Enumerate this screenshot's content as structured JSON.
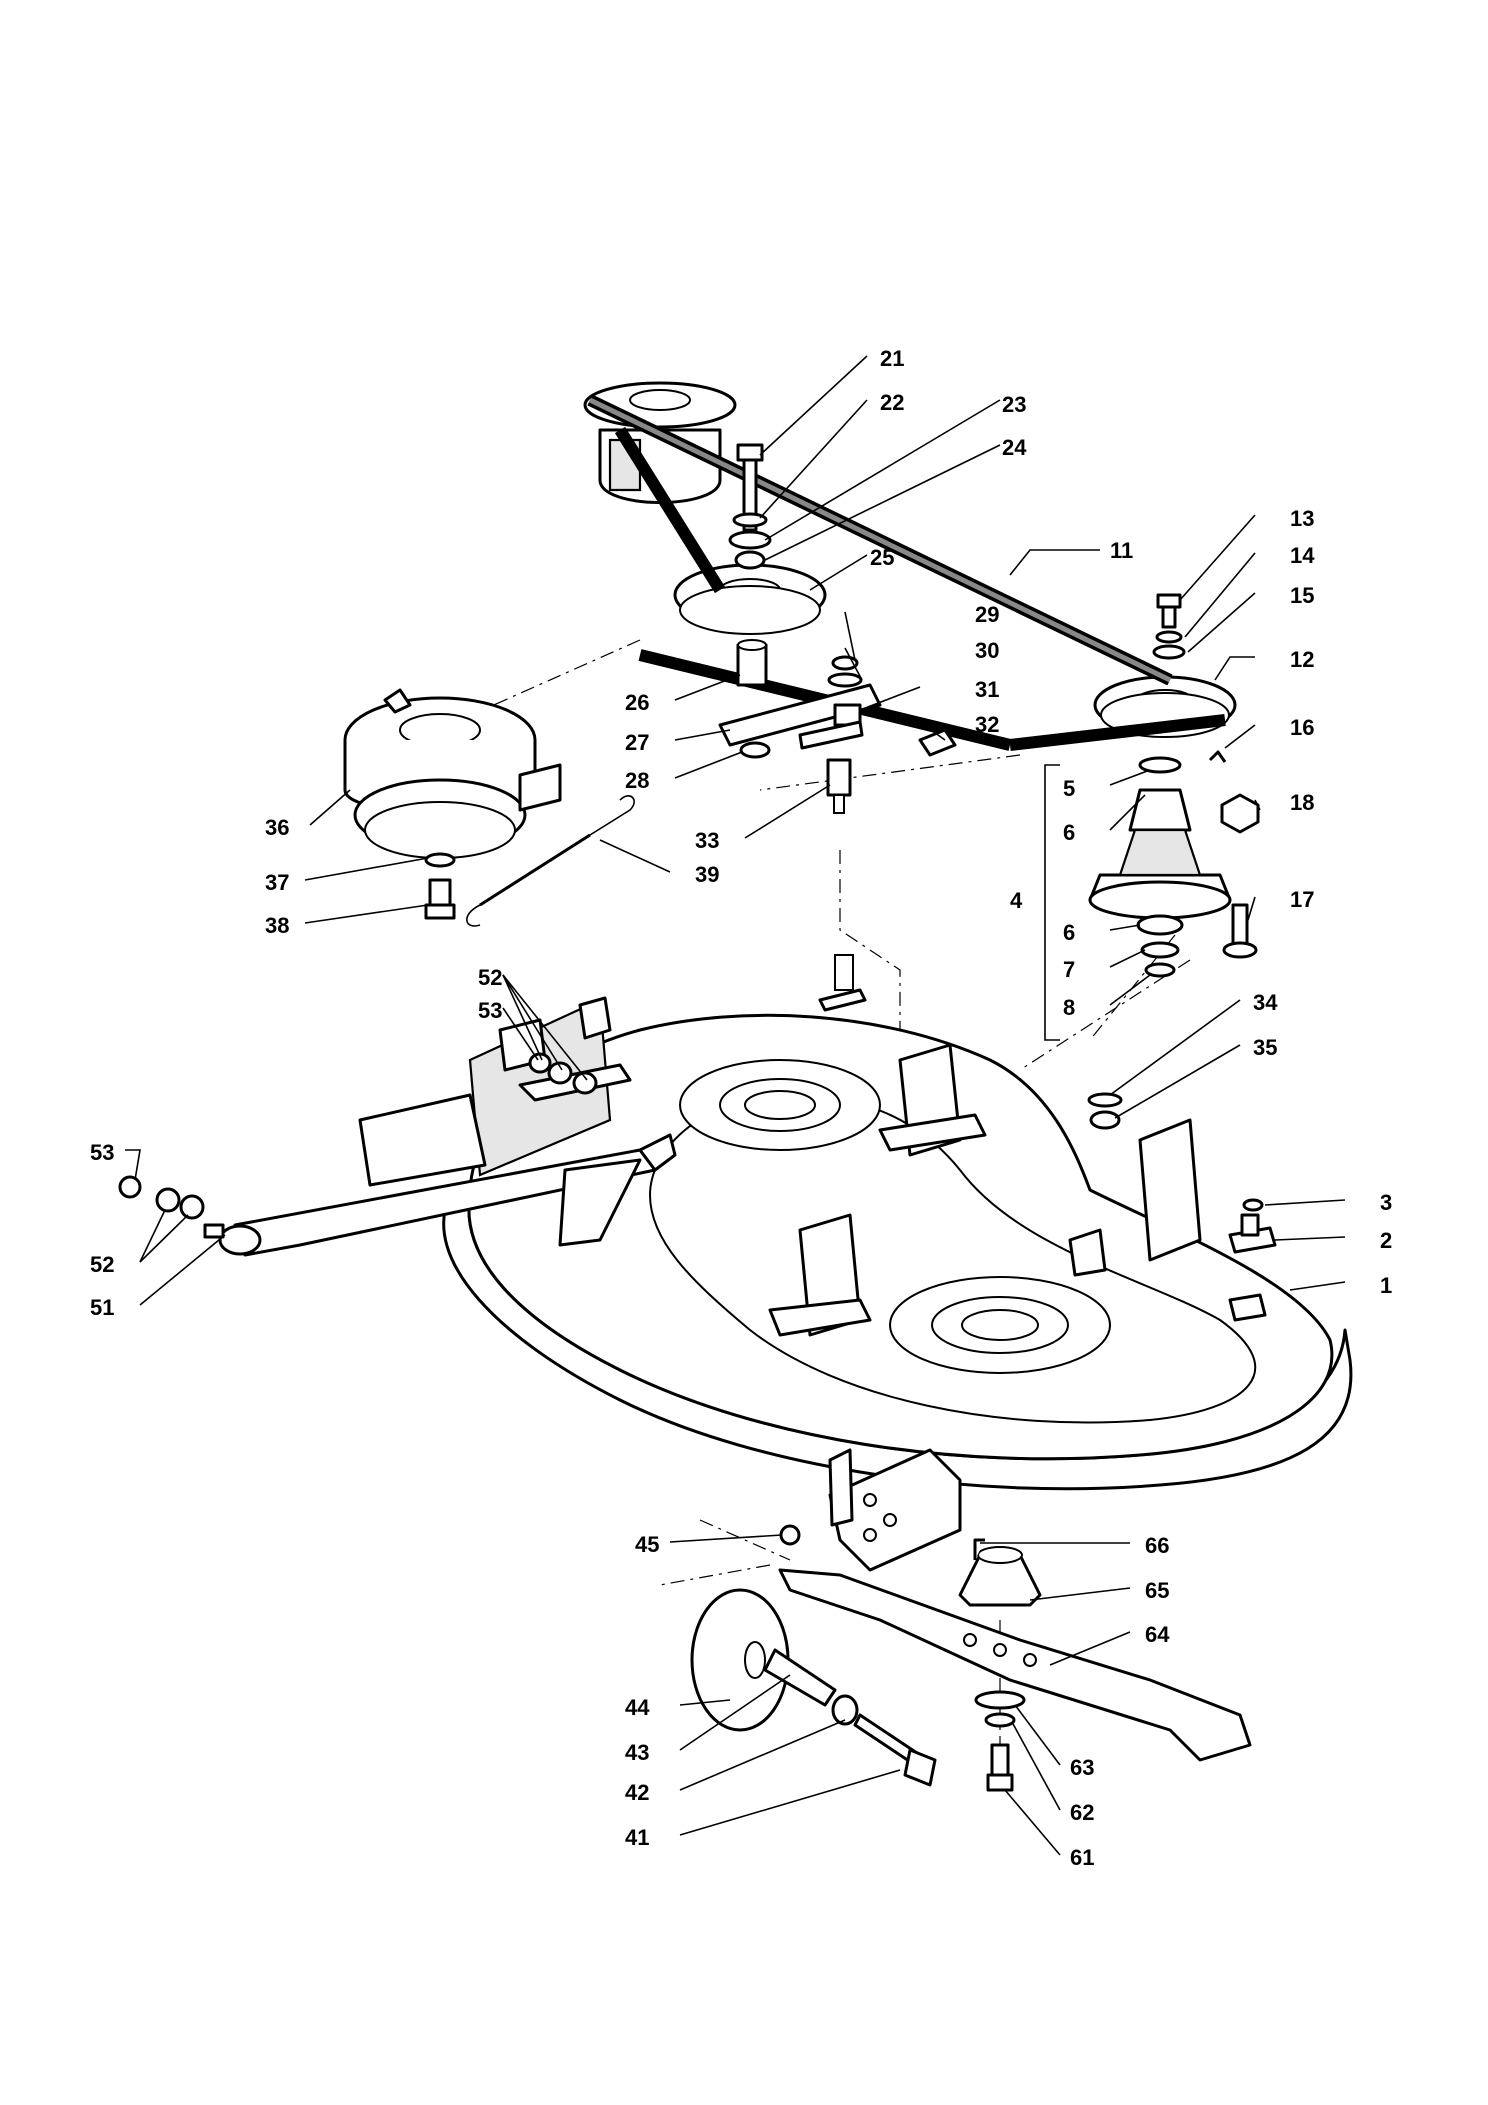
{
  "callouts": [
    {
      "id": "c1",
      "label": "1"
    },
    {
      "id": "c2",
      "label": "2"
    },
    {
      "id": "c3",
      "label": "3"
    },
    {
      "id": "c4",
      "label": "4"
    },
    {
      "id": "c5",
      "label": "5"
    },
    {
      "id": "c6a",
      "label": "6"
    },
    {
      "id": "c6b",
      "label": "6"
    },
    {
      "id": "c7",
      "label": "7"
    },
    {
      "id": "c8",
      "label": "8"
    },
    {
      "id": "c11",
      "label": "11"
    },
    {
      "id": "c12",
      "label": "12"
    },
    {
      "id": "c13",
      "label": "13"
    },
    {
      "id": "c14",
      "label": "14"
    },
    {
      "id": "c15",
      "label": "15"
    },
    {
      "id": "c16",
      "label": "16"
    },
    {
      "id": "c17",
      "label": "17"
    },
    {
      "id": "c18",
      "label": "18"
    },
    {
      "id": "c21",
      "label": "21"
    },
    {
      "id": "c22",
      "label": "22"
    },
    {
      "id": "c23",
      "label": "23"
    },
    {
      "id": "c24",
      "label": "24"
    },
    {
      "id": "c25",
      "label": "25"
    },
    {
      "id": "c26",
      "label": "26"
    },
    {
      "id": "c27",
      "label": "27"
    },
    {
      "id": "c28",
      "label": "28"
    },
    {
      "id": "c29",
      "label": "29"
    },
    {
      "id": "c30",
      "label": "30"
    },
    {
      "id": "c31",
      "label": "31"
    },
    {
      "id": "c32",
      "label": "32"
    },
    {
      "id": "c33",
      "label": "33"
    },
    {
      "id": "c34",
      "label": "34"
    },
    {
      "id": "c35",
      "label": "35"
    },
    {
      "id": "c36",
      "label": "36"
    },
    {
      "id": "c37",
      "label": "37"
    },
    {
      "id": "c38",
      "label": "38"
    },
    {
      "id": "c39",
      "label": "39"
    },
    {
      "id": "c41",
      "label": "41"
    },
    {
      "id": "c42",
      "label": "42"
    },
    {
      "id": "c43",
      "label": "43"
    },
    {
      "id": "c44",
      "label": "44"
    },
    {
      "id": "c45",
      "label": "45"
    },
    {
      "id": "c51",
      "label": "51"
    },
    {
      "id": "c52a",
      "label": "52"
    },
    {
      "id": "c52b",
      "label": "52"
    },
    {
      "id": "c53a",
      "label": "53"
    },
    {
      "id": "c53b",
      "label": "53"
    },
    {
      "id": "c61",
      "label": "61"
    },
    {
      "id": "c62",
      "label": "62"
    },
    {
      "id": "c63",
      "label": "63"
    },
    {
      "id": "c64",
      "label": "64"
    },
    {
      "id": "c65",
      "label": "65"
    },
    {
      "id": "c66",
      "label": "66"
    }
  ]
}
